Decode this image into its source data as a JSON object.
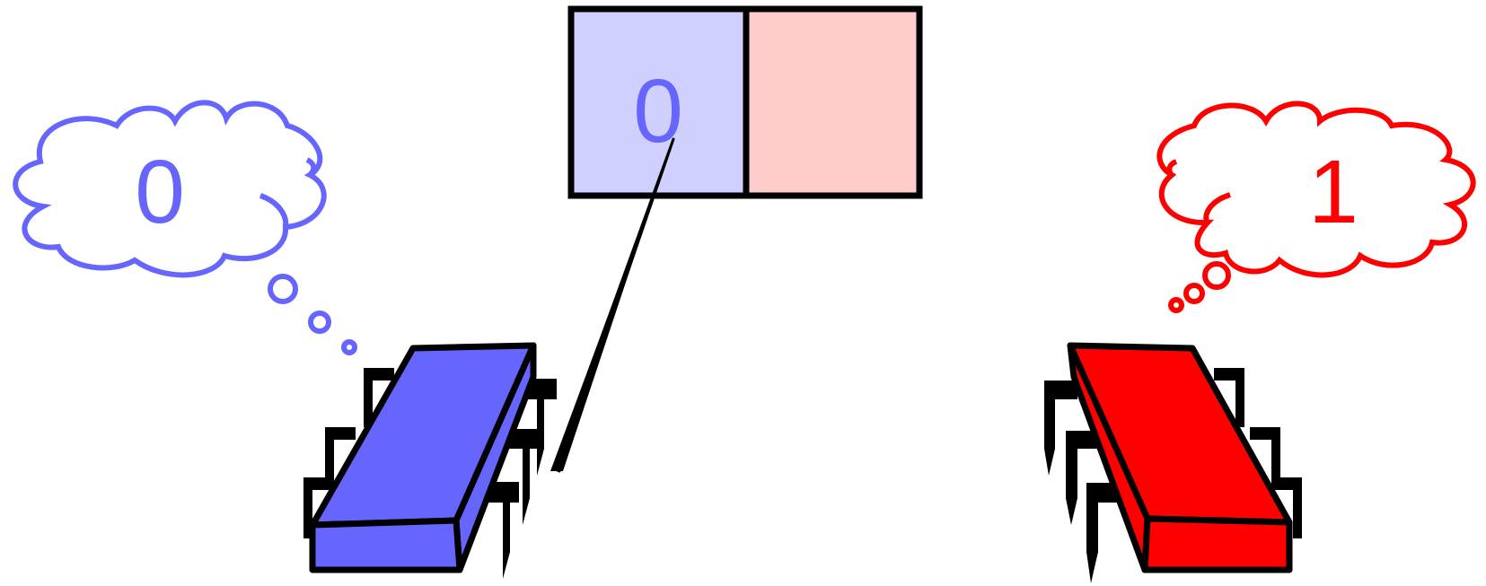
{
  "colors": {
    "blue_fill": "#6666ff",
    "blue_light": "#d0d0ff",
    "red_fill": "#ff0000",
    "red_light": "#ffcccc",
    "outline": "#000000",
    "cloud_blue": "#6666ff",
    "cloud_red": "#ff0000"
  },
  "memory": {
    "cell_left": "0",
    "cell_right": ""
  },
  "thoughts": {
    "left": "0",
    "right": "1"
  }
}
